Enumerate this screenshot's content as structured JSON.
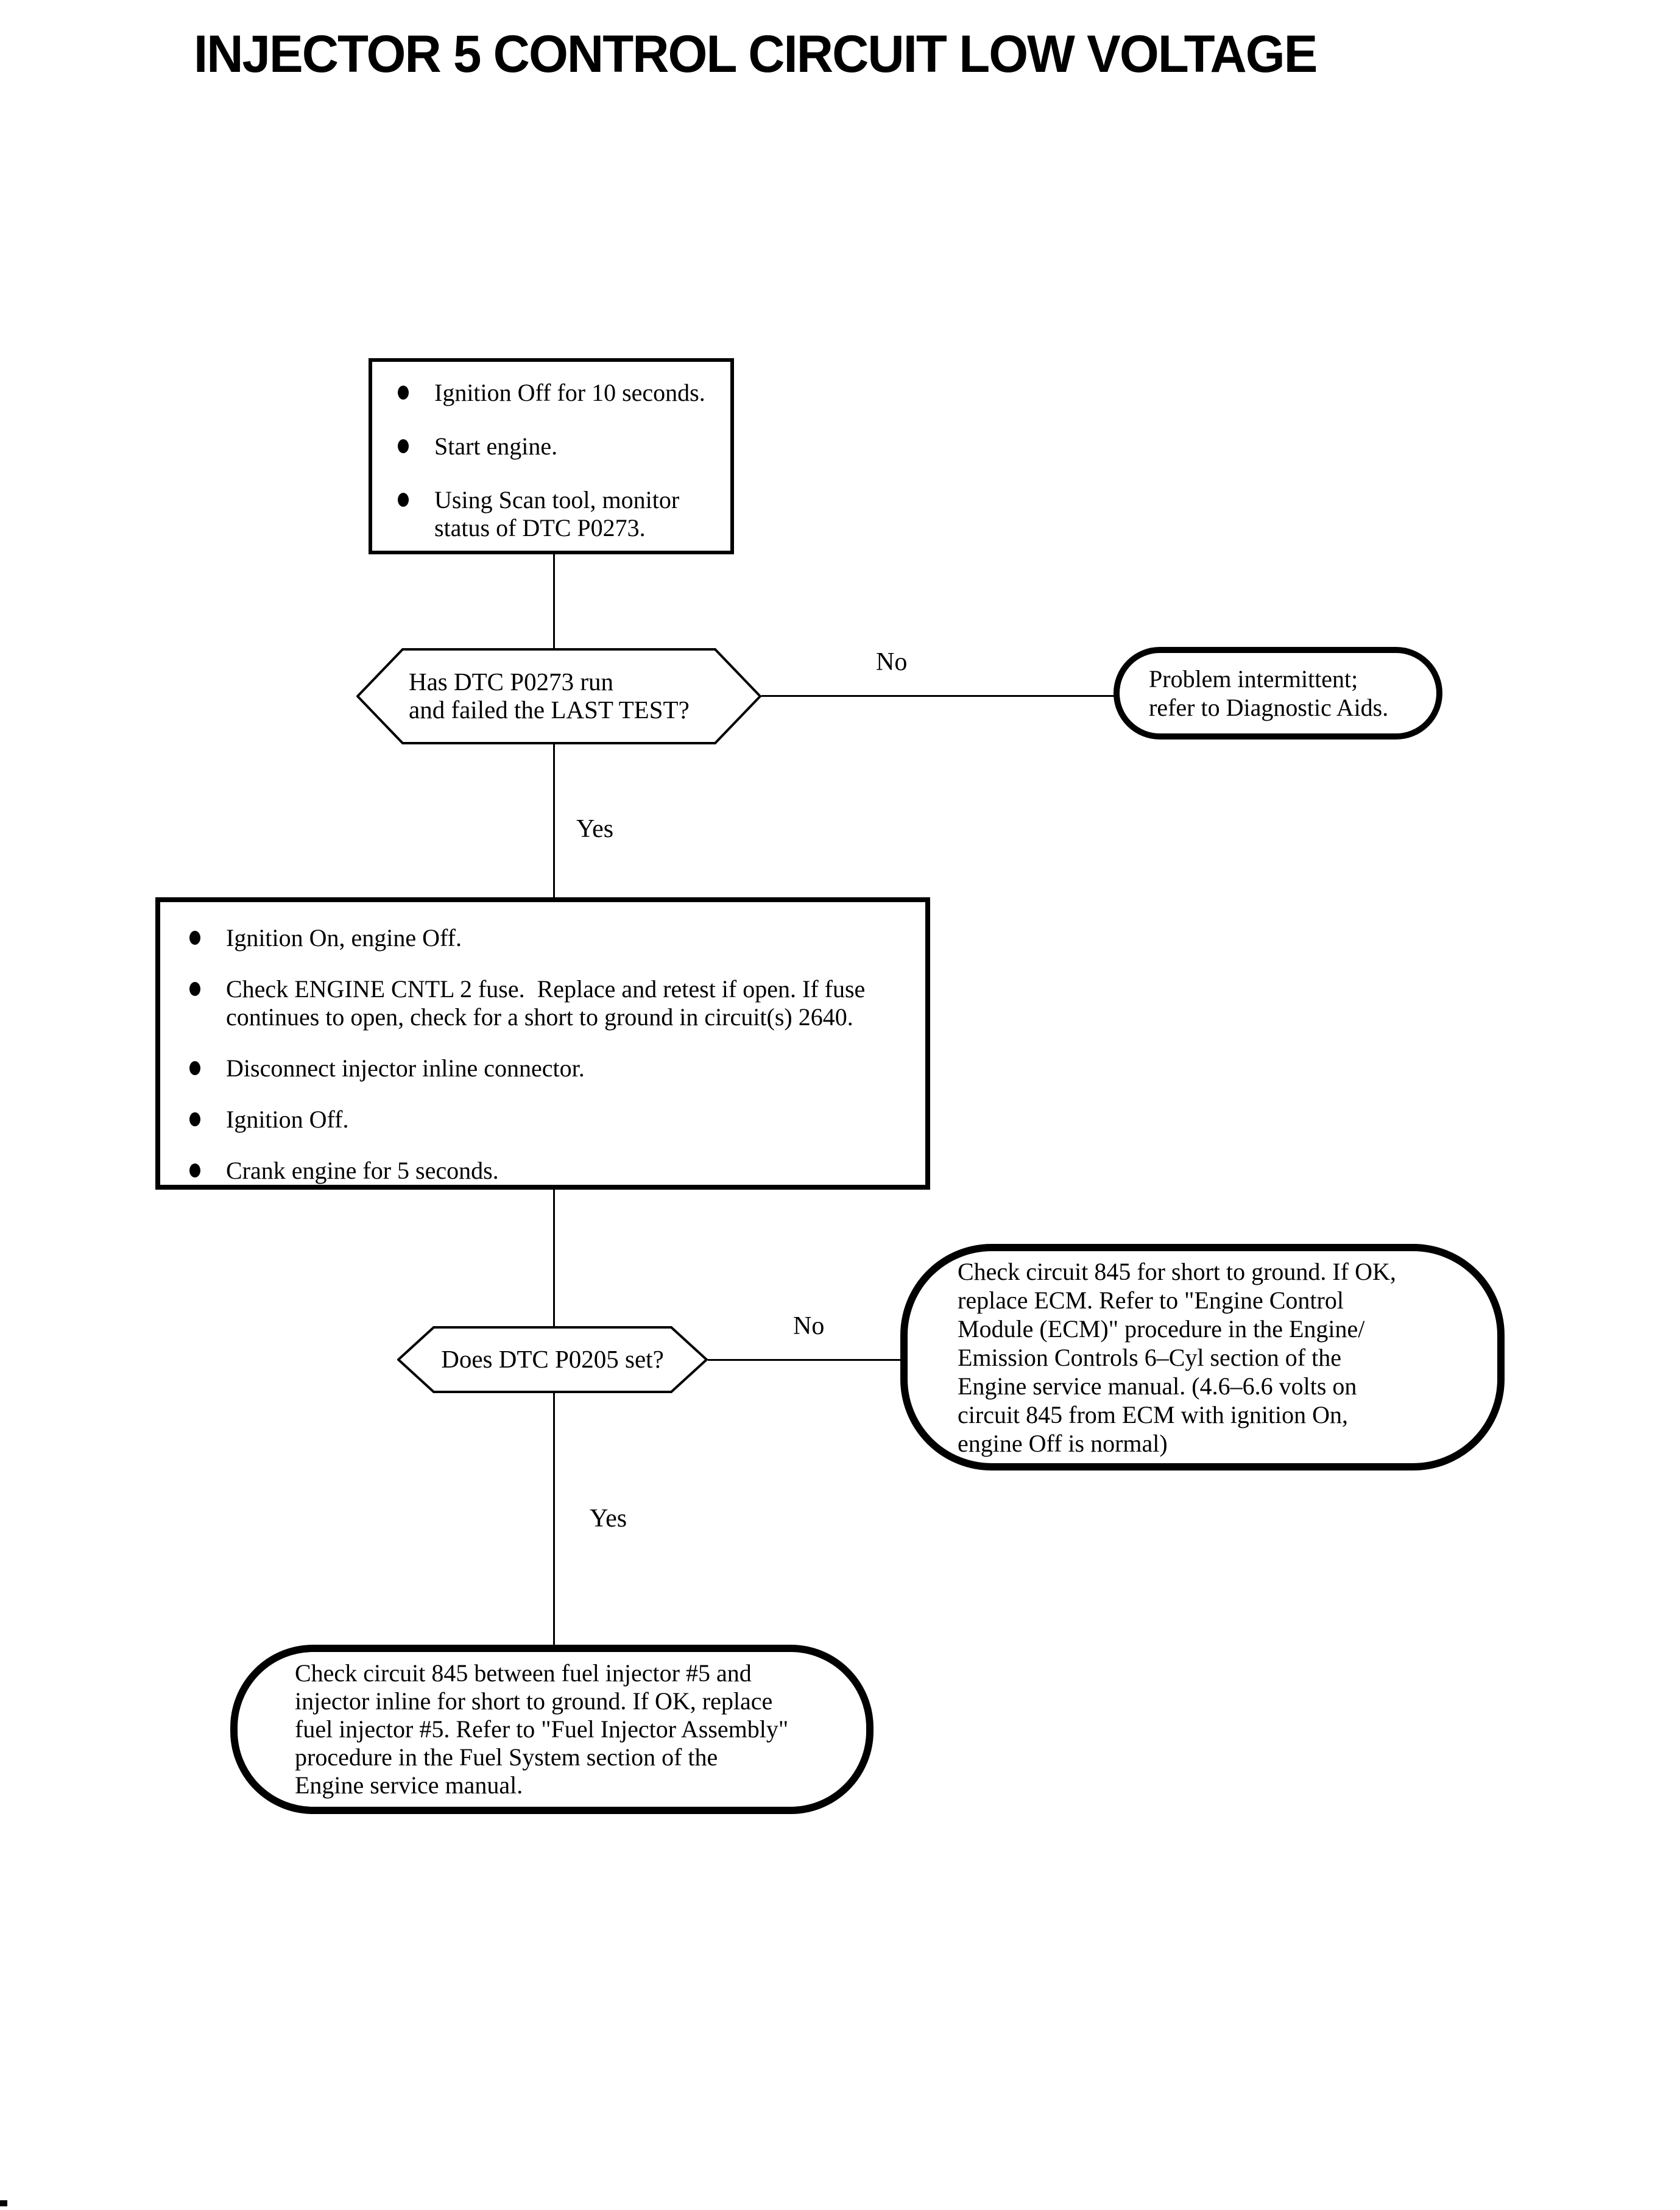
{
  "colors": {
    "ink": "#000000",
    "paper": "#ffffff"
  },
  "title": "INJECTOR 5 CONTROL CIRCUIT LOW VOLTAGE",
  "labels": {
    "yes": "Yes",
    "no": "No"
  },
  "nodes": {
    "step1": {
      "type": "process",
      "bullets": [
        "Ignition Off for 10 seconds.",
        "Start engine.",
        "Using Scan tool, monitor status of DTC P0273."
      ]
    },
    "decision1": {
      "type": "decision",
      "lines": [
        "Has DTC P0273 run",
        "and failed the LAST TEST?"
      ]
    },
    "terminal_intermittent": {
      "type": "terminal",
      "lines": [
        "Problem intermittent;",
        "refer to Diagnostic Aids."
      ]
    },
    "step2": {
      "type": "process",
      "bullets": [
        "Ignition On, engine Off.",
        "Check ENGINE CNTL 2 fuse.  Replace and retest if open. If fuse continues to open, check for a short to ground in circuit(s) 2640.",
        "Disconnect injector inline connector.",
        "Ignition Off.",
        "Crank engine for 5 seconds."
      ]
    },
    "decision2": {
      "type": "decision",
      "lines": [
        "Does DTC P0205 set?"
      ]
    },
    "terminal_ecm": {
      "type": "terminal",
      "lines": [
        "Check circuit 845 for short to ground. If OK,",
        "replace ECM. Refer to \"Engine Control",
        "Module (ECM)\" procedure in the Engine/",
        "Emission Controls 6–Cyl section of the",
        "Engine service manual. (4.6–6.6 volts on",
        "circuit 845 from ECM with ignition On,",
        "engine Off is normal)"
      ]
    },
    "terminal_injector": {
      "type": "terminal",
      "lines": [
        "Check circuit 845 between fuel injector #5 and",
        "injector inline for short to ground. If OK, replace",
        "fuel injector #5. Refer to \"Fuel Injector Assembly\"",
        "procedure in the Fuel System section of the",
        "Engine service manual."
      ]
    }
  }
}
